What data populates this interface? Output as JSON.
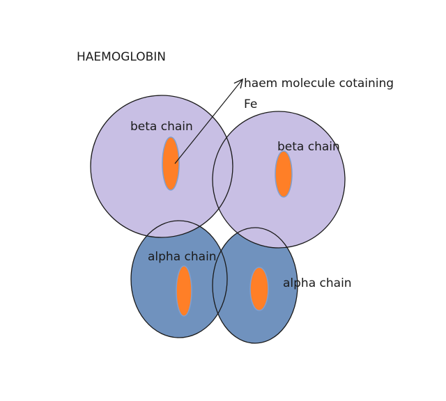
{
  "title": "HAEMOGLOBIN",
  "annotation": {
    "line1": "haem molecule cotaining",
    "line2": "Fe"
  },
  "chains": [
    {
      "label": "beta chain",
      "type": "beta"
    },
    {
      "label": "beta chain",
      "type": "beta"
    },
    {
      "label": "alpha chain",
      "type": "alpha"
    },
    {
      "label": "alpha chain",
      "type": "alpha"
    }
  ],
  "colors": {
    "beta": "#c8bfe4",
    "alpha": "#7092be",
    "haem": "#ff7f27",
    "haem_outline": "#7f9fd0",
    "outline": "#1a1a1a"
  }
}
